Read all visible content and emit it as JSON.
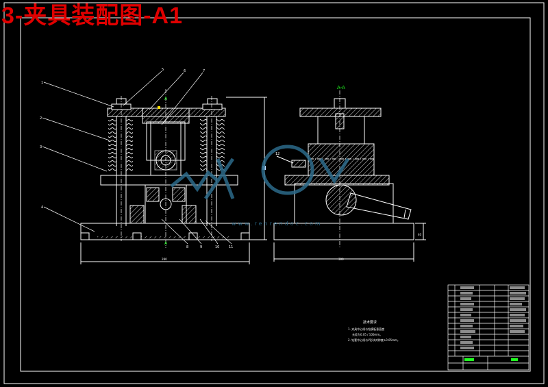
{
  "title": "3-夹具装配图-A1",
  "section_label": "A-A",
  "tech_requirements": {
    "heading": "技术要求",
    "lines": [
      "1. 夹具中心线与钻模板垂直度",
      "允差为0.05 / 100mm。",
      "2. 钻套中心线与V形块对称度±0.05mm。"
    ]
  },
  "watermark": "www.renrendoc.com",
  "balloons": [
    "1",
    "2",
    "3",
    "4",
    "5",
    "6",
    "7",
    "8",
    "9",
    "10",
    "11",
    "12"
  ],
  "dims": {
    "width_left": "280",
    "width_right": "300",
    "height": "40"
  },
  "colors": {
    "line": "#ffffff",
    "hatch": "#d8d8d8",
    "title": "#e00000",
    "mark": "#20ff20",
    "accent": "#ffe000",
    "watermark": "#2c6a8a"
  }
}
